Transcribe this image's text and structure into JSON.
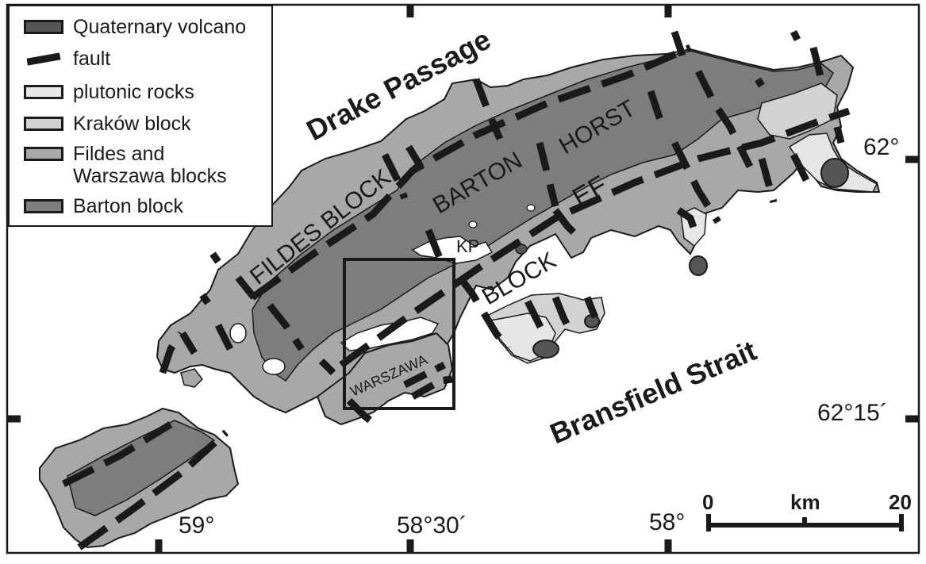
{
  "colors": {
    "volcano": "#555555",
    "fault": "#1a1a1a",
    "plutonic": "#e6e6e6",
    "krakow": "#d2d2d2",
    "fildes_warszawa": "#a8a8a8",
    "barton": "#7d7d7d"
  },
  "legend": {
    "items": [
      {
        "label": "Quaternary volcano",
        "kind": "swatch",
        "color": "#555555"
      },
      {
        "label": "fault",
        "kind": "fault"
      },
      {
        "label": "plutonic rocks",
        "kind": "swatch",
        "color": "#e6e6e6"
      },
      {
        "label": "Kraków block",
        "kind": "swatch",
        "color": "#d2d2d2"
      },
      {
        "label": "Fildes and\nWarszawa blocks",
        "kind": "swatch",
        "color": "#a8a8a8"
      },
      {
        "label": "Barton block",
        "kind": "swatch",
        "color": "#7d7d7d"
      }
    ]
  },
  "labels": {
    "drake_passage": "Drake Passage",
    "bransfield_strait": "Bransfield Strait",
    "fildes_block": "FILDES BLOCK",
    "barton": "BARTON",
    "horst": "HORST",
    "ef": "EF",
    "kp": "KP",
    "block": "BLOCK",
    "warszawa": "WARSZAWA"
  },
  "coordinates": {
    "lat_62": "62°",
    "lat_62_15": "62°15´",
    "lon_59": "59°",
    "lon_58_30": "58°30´",
    "lon_58": "58°"
  },
  "scale_bar": {
    "start": "0",
    "unit": "km",
    "end": "20"
  }
}
